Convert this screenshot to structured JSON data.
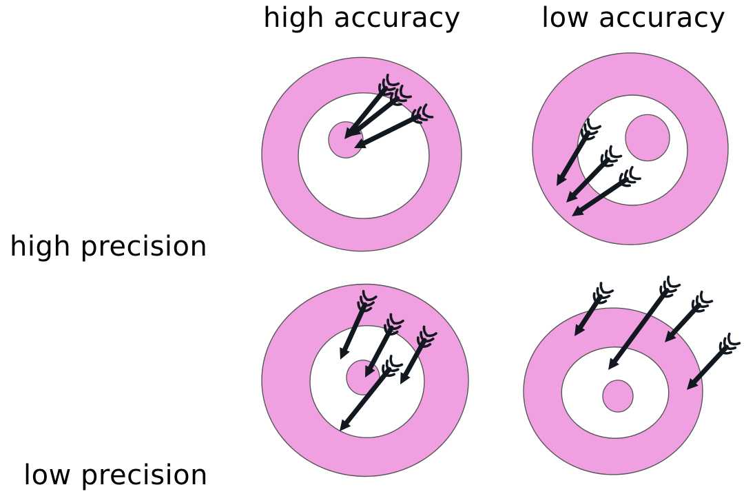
{
  "columns": {
    "high_accuracy": "high accuracy",
    "low_accuracy": "low accuracy"
  },
  "rows": {
    "high_precision": "high precision",
    "low_precision": "low precision"
  },
  "colors": {
    "ring": "#f0a0e0",
    "bullseye": "#f0a0e0",
    "outline": "#555555",
    "arrow": "#111820",
    "background": "#ffffff"
  },
  "icons": {
    "target": "archery-target-icon",
    "arrow": "arrow-icon"
  }
}
